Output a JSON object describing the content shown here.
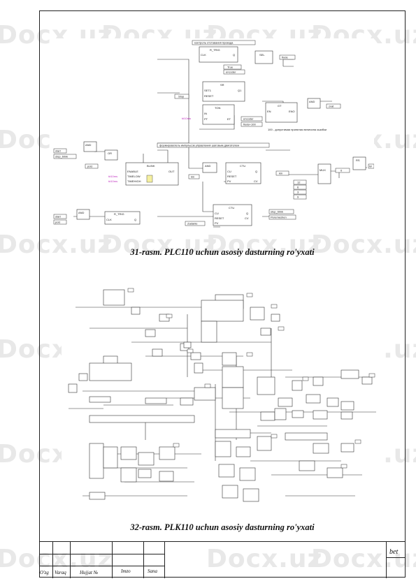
{
  "watermark": "Docx.uz",
  "figure1": {
    "caption": "31-rasm. PLC110 uchun asosiy dasturning ro'yxati",
    "labels": {
      "rt1": "R_TRIG",
      "clk": "CLK",
      "q": "Q",
      "sel": "SEL",
      "true": "True",
      "encoder": "encoder",
      "flode": "flode",
      "sr": "SR",
      "set1": "SET1",
      "reset": "RESET",
      "q1": "Q1",
      "stop": "Stop",
      "ton": "TON",
      "in": "IN",
      "pt": "PT",
      "et": "ET",
      "t10ms": "t#10ms",
      "gt": "GT",
      "en": "EN",
      "eno": "ENO",
      "and": "AND",
      "zvat": "zvat",
      "flode100": "flode+100",
      "note1": "контроль отставания провода",
      "note2": "100 - допустимая принятая величина ошибки",
      "note3": "формирователь импульсов управления шаговым двигателем",
      "start": "start",
      "stop_blink": "stop_blink",
      "or": "OR",
      "polz": "polz",
      "blink": "BLINK",
      "enable": "ENABLE",
      "timelow": "TIMELOW",
      "timehigh": "TIMEHIGH",
      "out": "OUT",
      "ctu": "CTU",
      "cu": "CU",
      "pv": "PV",
      "cv": "CV",
      "mux": "MUX",
      "rs": "RS",
      "w": "W",
      "kin": "kin",
      "mux_vals": [
        "12",
        "6",
        "3",
        "9"
      ],
      "zero": "0",
      "zadanie": "Zadanie",
      "peremeshen": "Peremeshen",
      "t": "T"
    }
  },
  "figure2": {
    "caption": "32-rasm. PLK110 uchun asosiy dasturning ro'yxati"
  },
  "stamp": {
    "col1": "O'zg",
    "col2": "Varaq",
    "col3": "Hujjat №",
    "col4": "Imzo",
    "col5": "Sana",
    "sheet_label": "bet"
  }
}
